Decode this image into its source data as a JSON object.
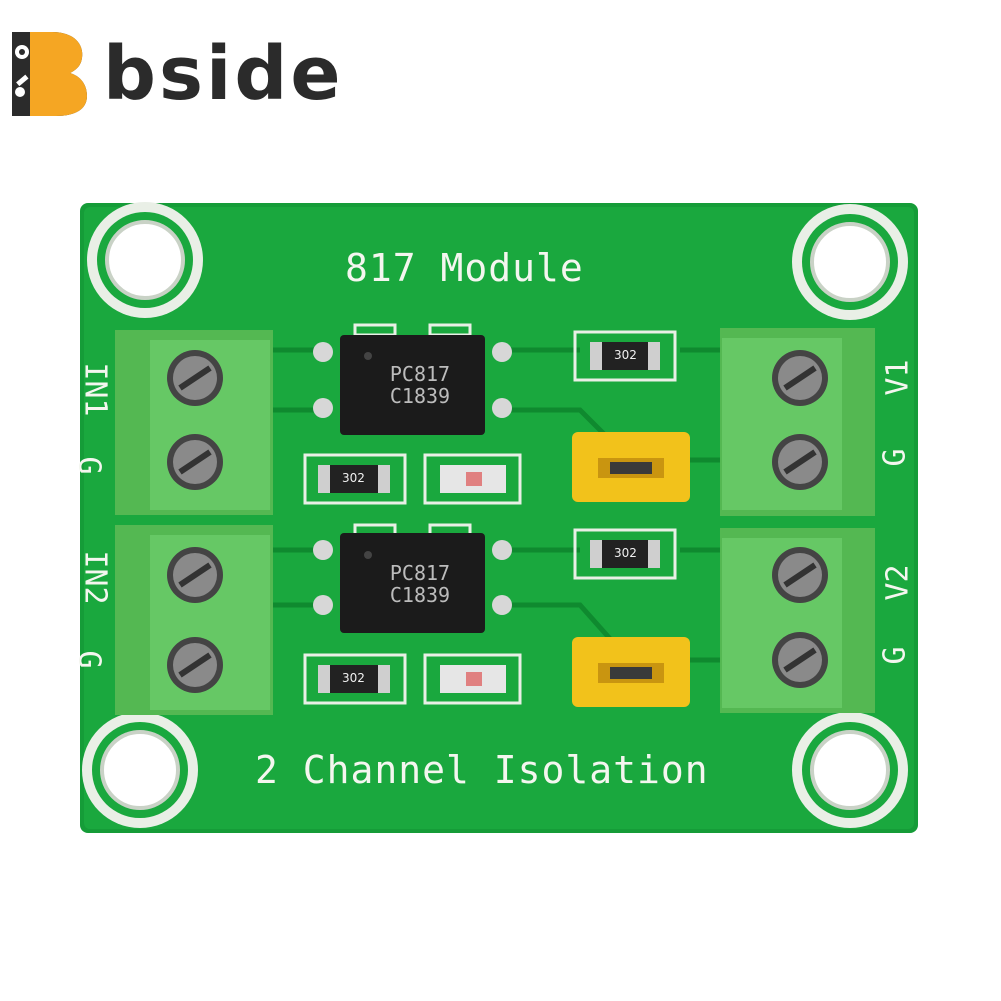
{
  "brand": {
    "name": "bside",
    "colors": {
      "accent": "#f5a623",
      "text": "#2b2b2b"
    }
  },
  "board": {
    "title": "817 Module",
    "subtitle": "2 Channel Isolation",
    "pcb_color": "#1aa83e",
    "terminal_color": "#5ec45d",
    "left_labels": [
      "IN1",
      "G",
      "IN2",
      "G"
    ],
    "right_labels": [
      "V1",
      "G",
      "V2",
      "G"
    ],
    "chips": [
      {
        "line1": "PC817",
        "line2": "C1839"
      },
      {
        "line1": "PC817",
        "line2": "C1839"
      }
    ],
    "resistor_code": "302"
  }
}
